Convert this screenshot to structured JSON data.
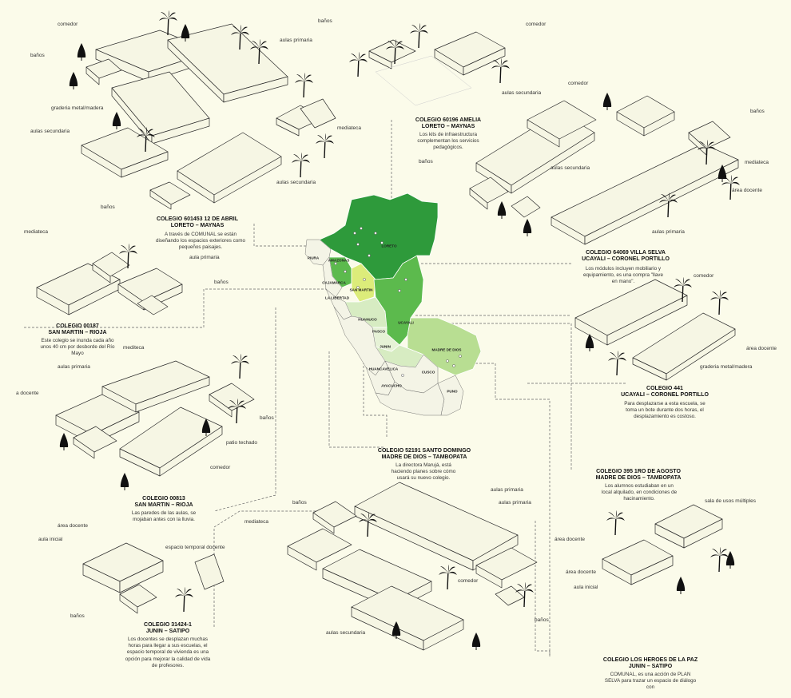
{
  "colors": {
    "background": "#fbfbea",
    "building_fill": "#f6f6e4",
    "building_stroke": "#2b2b2b",
    "map_dark_green": "#2e9a3b",
    "map_mid_green": "#5cba4d",
    "map_light_green": "#b8de92",
    "map_pale_green": "#d7ecc2",
    "map_lime": "#dcec7a",
    "leader_line": "#666666",
    "tree": "#111111"
  },
  "icons": {
    "tree": "palm-tree-icon",
    "pin": "map-pin-icon"
  },
  "map": {
    "regions": [
      "PIURA",
      "AMAZONAS",
      "LORETO",
      "CAJAMARCA",
      "SAN MARTIN",
      "LA LIBERTAD",
      "HUANUCO",
      "UCAYALI",
      "PASCO",
      "JUNIN",
      "MADRE DE DIOS",
      "HUANCAVELICA",
      "CUSCO",
      "AYACUCHO",
      "PUNO"
    ]
  },
  "schools": [
    {
      "name": "COLEGIO 601453 12 DE ABRIL",
      "location": "LORETO – MAYNAS",
      "desc": "A través de COMUNAL se están diseñando los espacios exteriores como pequeños paisajes.",
      "labels": [
        "comedor",
        "baños",
        "aulas primaria",
        "graderia metal/madera",
        "aulas secundaria",
        "mediateca",
        "aulas secundaria",
        "baños"
      ]
    },
    {
      "name": "COLEGIO 60196 AMELIA",
      "location": "LORETO – MAYNAS",
      "desc": "Los kits de infraestructura complementan los servicios pedagógicos.",
      "labels": [
        "baños",
        "comedor"
      ]
    },
    {
      "name": "COLEGIO 64069 VILLA SELVA",
      "location": "UCAYALI – CORONEL PORTILLO",
      "desc": "Los módulos incluyen mobiliario y equipamiento, es una compra \"llave en mano\".",
      "labels": [
        "comedor",
        "aulas secundaria",
        "baños",
        "baños",
        "aulas secundaria",
        "mediateca",
        "área docente",
        "aulas primaria"
      ]
    },
    {
      "name": "COLEGIO 00187",
      "location": "SAN MARTIN – RIOJA",
      "desc": "Este colegio se inunda cada año unos 40 cm por desborde del Río Mayo",
      "labels": [
        "mediateca",
        "aula primaria",
        "baños"
      ]
    },
    {
      "name": "COLEGIO 441",
      "location": "UCAYALI – CORONEL PORTILLO",
      "desc": "Para desplazarse a esta escuela, se toma un bote durante dos horas, el desplazamiento es costoso.",
      "labels": [
        "comedor",
        "área docente",
        "graderia metal/madera"
      ]
    },
    {
      "name": "COLEGIO 00813",
      "location": "SAN MARTIN – RIOJA",
      "desc": "Las paredes de las aulas, se mojaban antes con la lluvia.",
      "labels": [
        "mediteca",
        "aulas primaria",
        "a docente",
        "baños",
        "patio techado",
        "comedor"
      ]
    },
    {
      "name": "COLEGIO 52191 SANTO DOMINGO",
      "location": "MADRE DE DIOS – TAMBOPATA",
      "desc": "La directora Marujá, está haciendo planes sobre cómo usará su nuevo colegio.",
      "labels": []
    },
    {
      "name": "COLEGIO 395 1RO DE AGOSTO",
      "location": "MADRE DE DIOS – TAMBOPATA",
      "desc": "Los alumnos estudiaban en un local alquilado, en condiciones de hacinamiento.",
      "labels": []
    },
    {
      "name": "COLEGIO 31424-1",
      "location": "JUNIN – SATIPO",
      "desc": "Los docentes se desplazan muchas horas para llegar a sus escuelas, el espacio temporal de vivienda es una opción para mejorar la calidad de vida de profesores.",
      "labels": [
        "área docente",
        "aula inicial",
        "espacio temporal docente",
        "baños"
      ]
    },
    {
      "name": "COLEGIO LOS HEROES DE LA PAZ",
      "location": "JUNIN – SATIPO",
      "desc": "COMUNAL, es una acción de PLAN SELVA para trazar un espacio de diálogo con",
      "labels": [
        "baños",
        "mediateca",
        "aulas primaria",
        "aulas primaria",
        "área docente",
        "comedor",
        "aulas secundaria",
        "baños",
        "sala de usos múltiples",
        "área docente",
        "aula inicial"
      ]
    }
  ]
}
